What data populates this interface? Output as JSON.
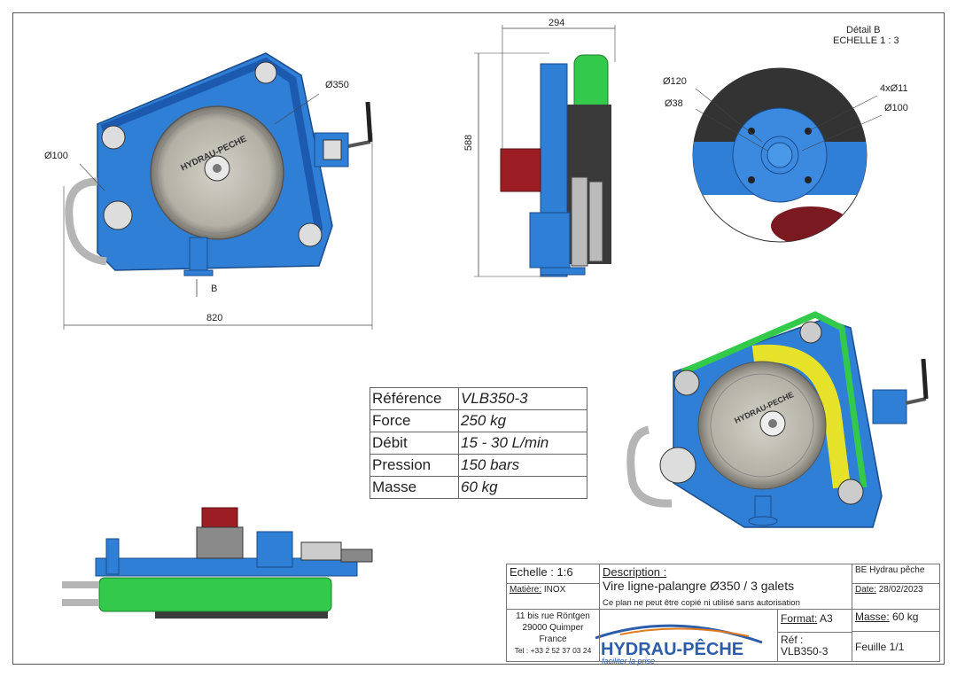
{
  "dims": {
    "d350": "Ø350",
    "d100_left": "Ø100",
    "width_820": "820",
    "view_b": "B",
    "w294": "294",
    "h588": "588"
  },
  "detail": {
    "title": "Détail B",
    "scale": "ECHELLE 1 : 3",
    "d120": "Ø120",
    "d38": "Ø38",
    "holes": "4xØ11",
    "d100": "Ø100"
  },
  "logos": {
    "wheel_text": "HYDRAU-PECHE"
  },
  "specs": [
    {
      "key": "Référence",
      "value": "VLB350-3"
    },
    {
      "key": "Force",
      "value": "250 kg"
    },
    {
      "key": "Débit",
      "value": "15 - 30 L/min"
    },
    {
      "key": "Pression",
      "value": "150 bars"
    },
    {
      "key": "Masse",
      "value": "60 kg"
    }
  ],
  "titleblock": {
    "echelle": "Echelle : 1:6",
    "matiere_label": "Matière:",
    "matiere": "INOX",
    "address1": "11 bis rue Röntgen",
    "address2": "29000 Quimper",
    "address3": "France",
    "tel": "Tel : +33 2 52 37 03 24",
    "desc_label": "Description :",
    "desc": "Vire ligne-palangre Ø350 / 3 galets",
    "copy": "Ce plan ne peut être copié ni utilisé sans autorisation",
    "be": "BE Hydrau pêche",
    "date_label": "Date:",
    "date": "28/02/2023",
    "format_label": "Format:",
    "format": "A3",
    "masse_label": "Masse:",
    "masse": "60 kg",
    "ref_label": "Réf :",
    "ref": "VLB350-3",
    "feuille": "Feuille 1/1",
    "logo": "HYDRAU-PÊCHE",
    "slogan": "faciliter la prise"
  },
  "colors": {
    "blue": "#2f7fd6",
    "green": "#33c94a",
    "yellow": "#e6e229",
    "red": "#9c1d24",
    "grey": "#a6a39a"
  }
}
